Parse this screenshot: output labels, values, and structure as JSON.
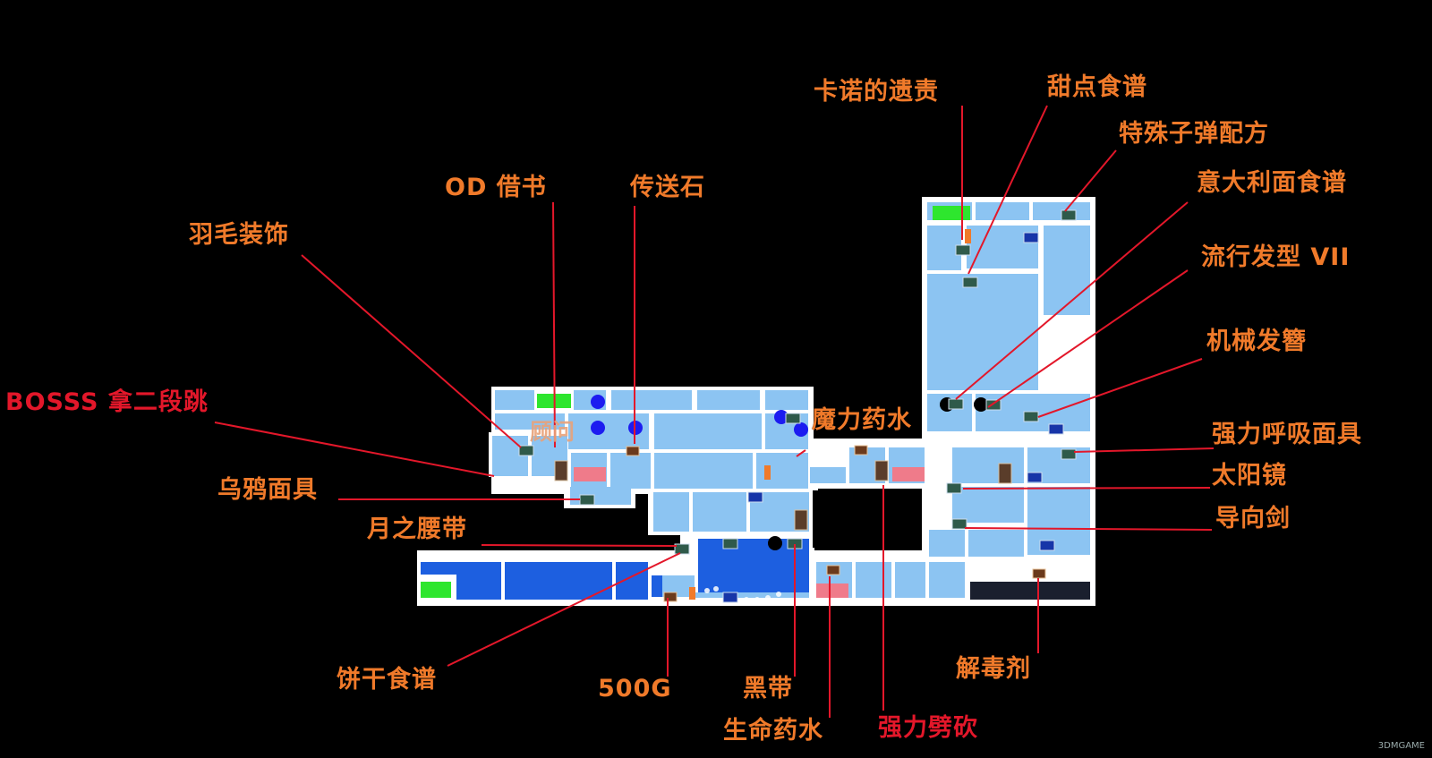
{
  "map": {
    "npc_label": "顾问",
    "watermark": "3DMGAME",
    "colors": {
      "background": "#000000",
      "room_light": "#8cc4f2",
      "room_dark": "#1d5fe0",
      "wall": "#ffffff",
      "save_point": "#2ee62e",
      "door_red": "#ef7b8a",
      "callout_line": "#e3172a",
      "label_orange": "#f07a2a",
      "label_red": "#e3172a",
      "teleport_dot": "#1c1cf0"
    }
  },
  "labels": {
    "kanuo": "卡诺的遗责",
    "tiandian": "甜点食谱",
    "teshu": "特殊子弹配方",
    "yidali": "意大利面食谱",
    "liuxing": "流行发型 VII",
    "jixie": "机械发簪",
    "qiangli_huxi": "强力呼吸面具",
    "taiyangjing": "太阳镜",
    "daoxiangjian": "导向剑",
    "od_jieshu": "OD 借书",
    "chuansongshi": "传送石",
    "yumao": "羽毛装饰",
    "boss": "BOSSS 拿二段跳",
    "wuya": "乌鸦面具",
    "moli": "魔力药水",
    "yuezhi": "月之腰带",
    "binggan": "饼干食谱",
    "g500": "500G",
    "heidai": "黑带",
    "shengming": "生命药水",
    "qiangli_pikan": "强力劈砍",
    "jieduji": "解毒剂"
  }
}
